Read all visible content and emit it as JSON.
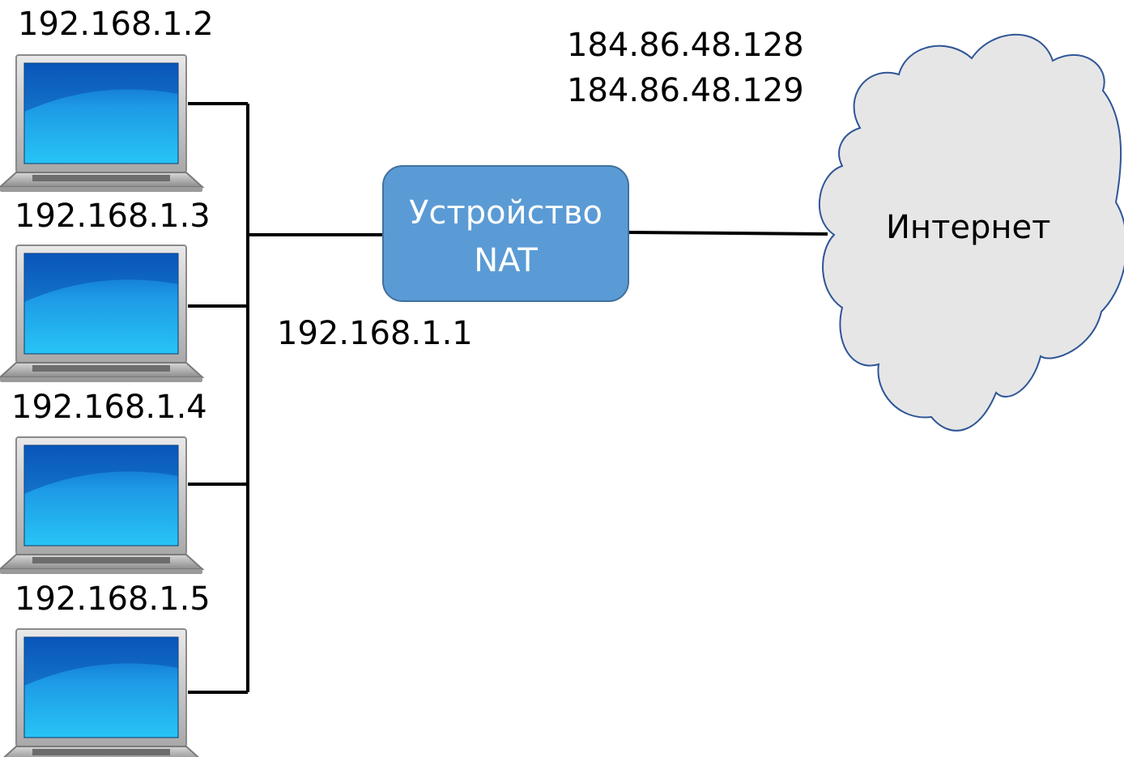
{
  "laptops": [
    {
      "ip": "192.168.1.2"
    },
    {
      "ip": "192.168.1.3"
    },
    {
      "ip": "192.168.1.4"
    },
    {
      "ip": "192.168.1.5"
    }
  ],
  "nat": {
    "label_line1": "Устройство",
    "label_line2": "NAT",
    "lan_ip": "192.168.1.1",
    "wan_ips": [
      "184.86.48.128",
      "184.86.48.129"
    ]
  },
  "internet": {
    "label": "Интернет"
  },
  "colors": {
    "nat_fill": "#5b9bd5",
    "nat_stroke": "#41719c",
    "cloud_fill": "#e6e6e6",
    "cloud_stroke": "#2f5597",
    "screen": "#1aa3e8",
    "wire": "#000000"
  }
}
